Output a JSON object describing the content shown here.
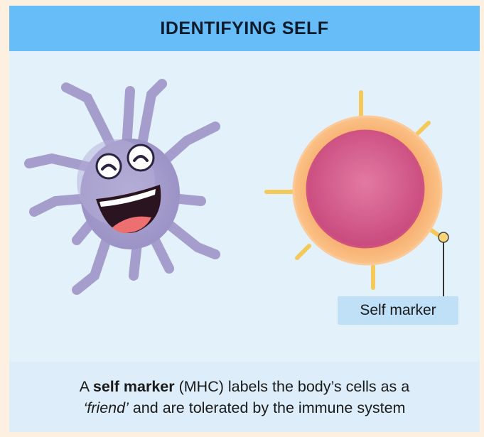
{
  "title": "IDENTIFYING SELF",
  "marker_label": "Self marker",
  "caption": {
    "pre": "A ",
    "bold": "self marker",
    "mid": " (MHC) labels the body’s cells as a",
    "italic": "‘friend’",
    "post": " and are tolerated by the immune system"
  },
  "colors": {
    "header": "#66bdf7",
    "panel": "#e3f1fb",
    "immune_cell": "#a89fcc",
    "cell_outer": "#fbbd86",
    "cell_inner": "#d9628f",
    "marker": "#f4c95a"
  },
  "icons": {
    "immune_cell": "smiling-immune-cell-icon",
    "body_cell": "body-cell-icon"
  }
}
